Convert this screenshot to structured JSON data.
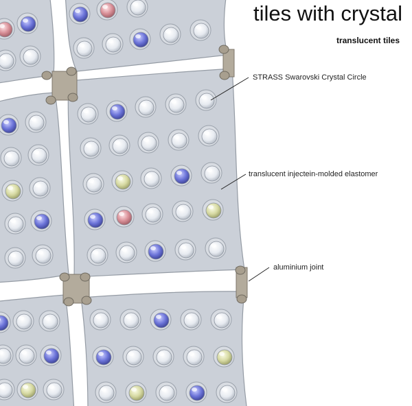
{
  "header": {
    "title": "tiles with crystal",
    "subtitle": "translucent tiles"
  },
  "callouts": [
    {
      "id": "crystal",
      "label": "STRASS Swarovski Crystal Circle"
    },
    {
      "id": "elastomer",
      "label": "translucent injectein-molded elastomer"
    },
    {
      "id": "joint",
      "label": "aluminium joint"
    }
  ],
  "colors": {
    "tile_fill": "#c9ced6",
    "tile_stroke": "#8f96a0",
    "joint_fill": "#b3ab9c",
    "crystal_clear": "#e9edf3",
    "crystal_blue": "#6b73d8",
    "crystal_red": "#d88f97",
    "crystal_yellow": "#d6d9a2"
  }
}
